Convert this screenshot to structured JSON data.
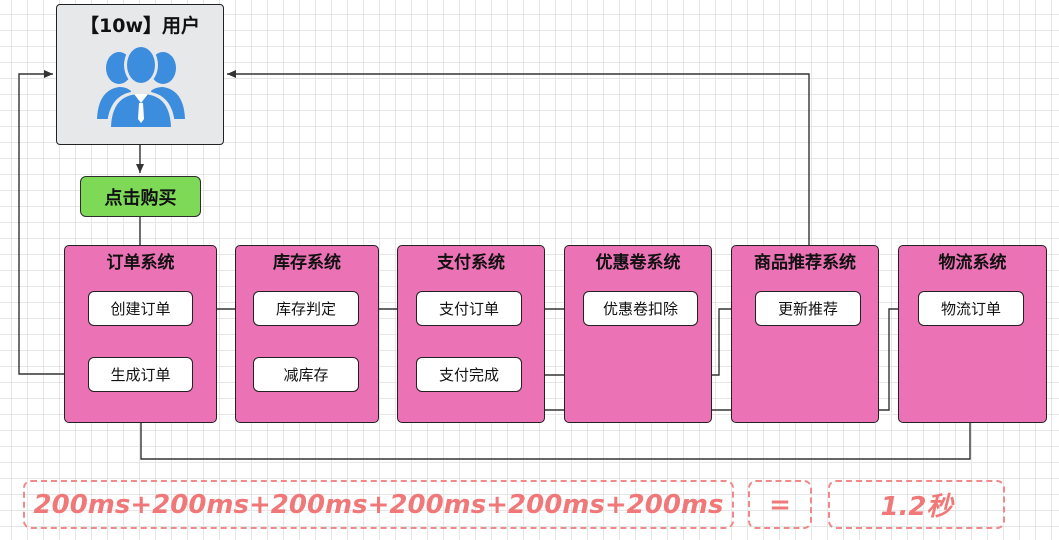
{
  "user": {
    "title": "【10w】用户",
    "icon": "users-icon"
  },
  "buy_button": {
    "label": "点击购买"
  },
  "systems": {
    "order": {
      "title": "订单系统"
    },
    "inventory": {
      "title": "库存系统"
    },
    "payment": {
      "title": "支付系统"
    },
    "coupon": {
      "title": "优惠卷系统"
    },
    "recommend": {
      "title": "商品推荐系统"
    },
    "logistics": {
      "title": "物流系统"
    }
  },
  "nodes": {
    "create_order": "创建订单",
    "generate_order": "生成订单",
    "check_stock": "库存判定",
    "reduce_stock": "减库存",
    "pay_order": "支付订单",
    "payment_complete": "支付完成",
    "deduct_coupon": "优惠卷扣除",
    "update_recommend": "更新推荐",
    "logistics_order": "物流订单"
  },
  "summary": {
    "formula": "200ms+200ms+200ms+200ms+200ms+200ms",
    "equals": "=",
    "total": "1.2秒"
  },
  "colors": {
    "system_fill": "#ea72b5",
    "buy_fill": "#7ed957",
    "user_fill": "#e6e8ea",
    "icon_blue": "#3c8dde",
    "dashed_text": "#f07878"
  }
}
